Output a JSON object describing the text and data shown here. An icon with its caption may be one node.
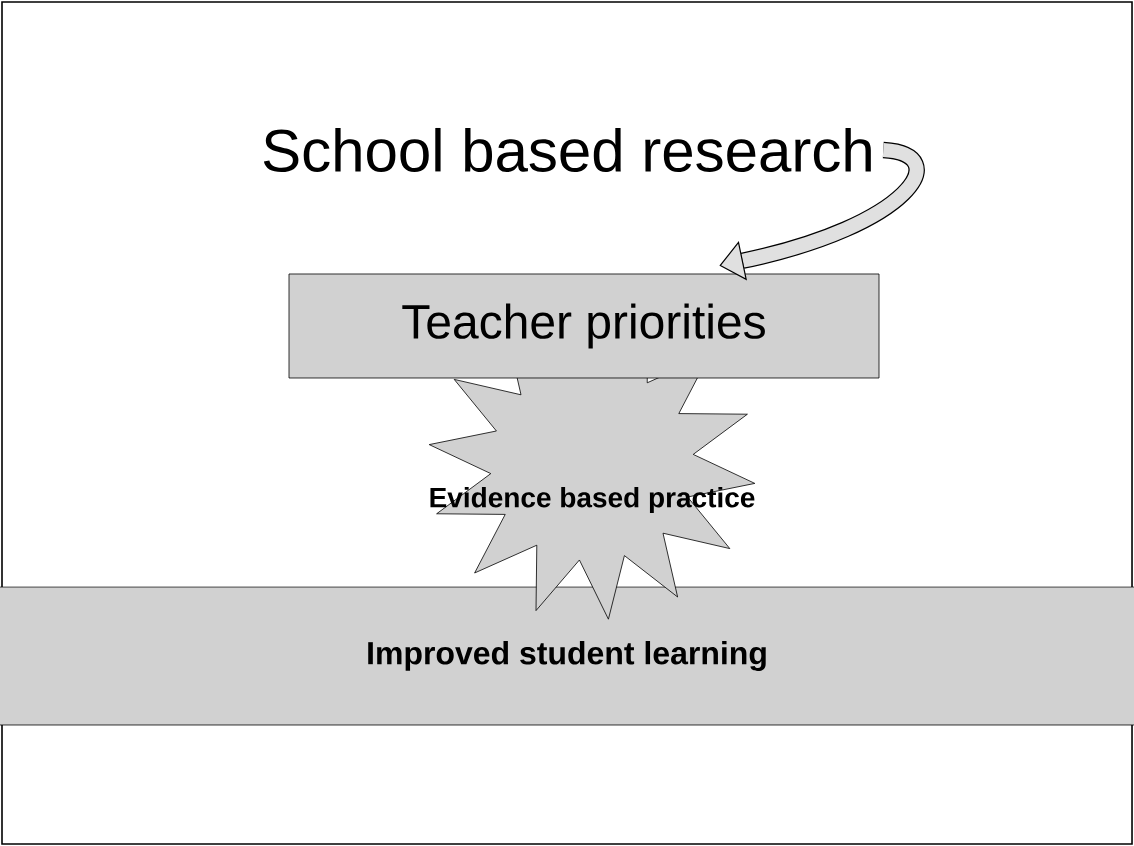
{
  "diagram": {
    "nodes": [
      {
        "text": [
          "School based research"
        ]
      },
      {
        "text": [
          "Teacher priorities"
        ]
      },
      {
        "text": [
          "Evidence based practice"
        ]
      },
      {
        "text": [
          "Improved student learning"
        ]
      }
    ],
    "edges": [
      {
        "from": 0,
        "to": 1,
        "arrow": "to"
      }
    ]
  }
}
